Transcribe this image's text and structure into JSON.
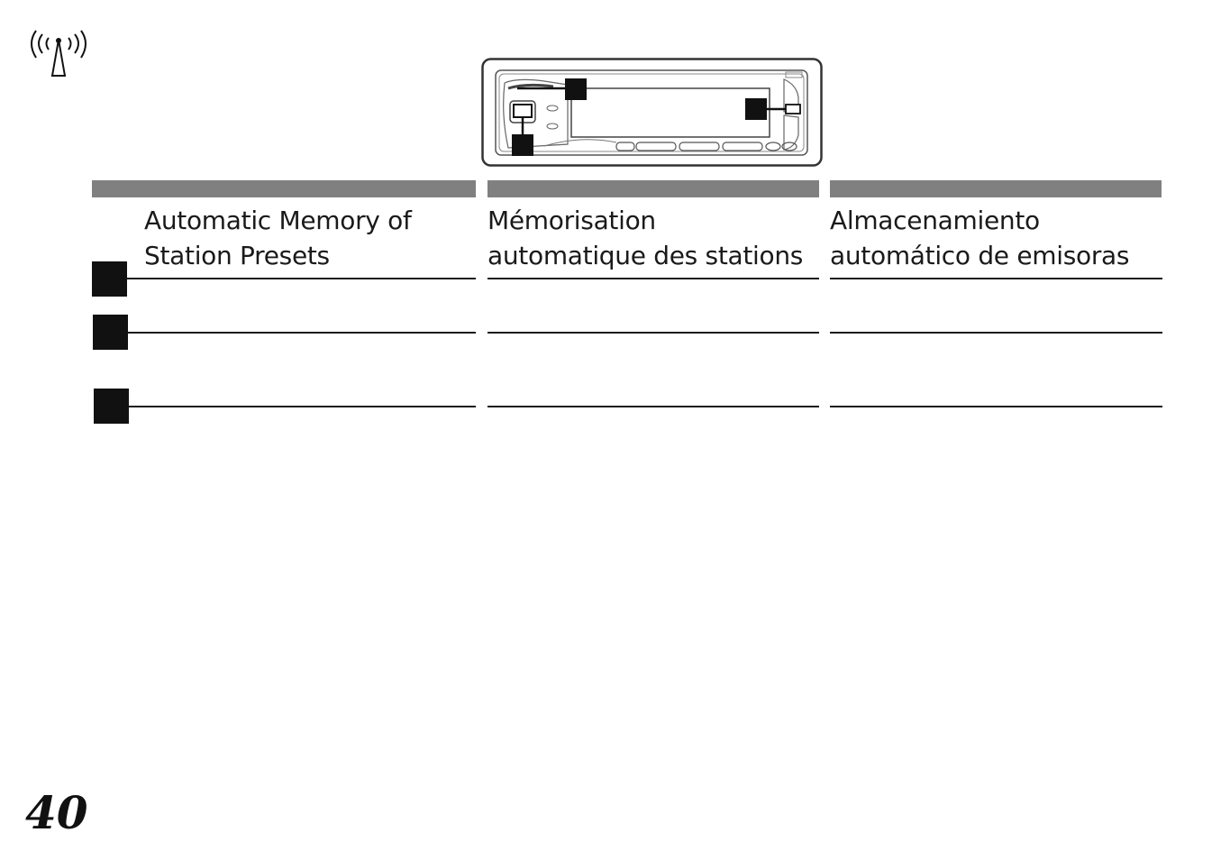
{
  "page": {
    "number": "40",
    "icon": "radio-antenna-icon"
  },
  "device_illustration": {
    "icon": "car-stereo-faceplate-icon"
  },
  "columns": [
    {
      "lang": "en",
      "title_line1": "Automatic Memory of",
      "title_line2": "Station Presets"
    },
    {
      "lang": "fr",
      "title_line1": "Mémorisation",
      "title_line2": "automatique des stations"
    },
    {
      "lang": "es",
      "title_line1": "Almacenamiento",
      "title_line2": "automático de emisoras"
    }
  ],
  "steps": [
    {
      "marker": "step-1"
    },
    {
      "marker": "step-2"
    },
    {
      "marker": "step-3"
    }
  ],
  "colors": {
    "header_bar": "#808080",
    "marker": "#111111",
    "text": "#1a1a1a"
  }
}
